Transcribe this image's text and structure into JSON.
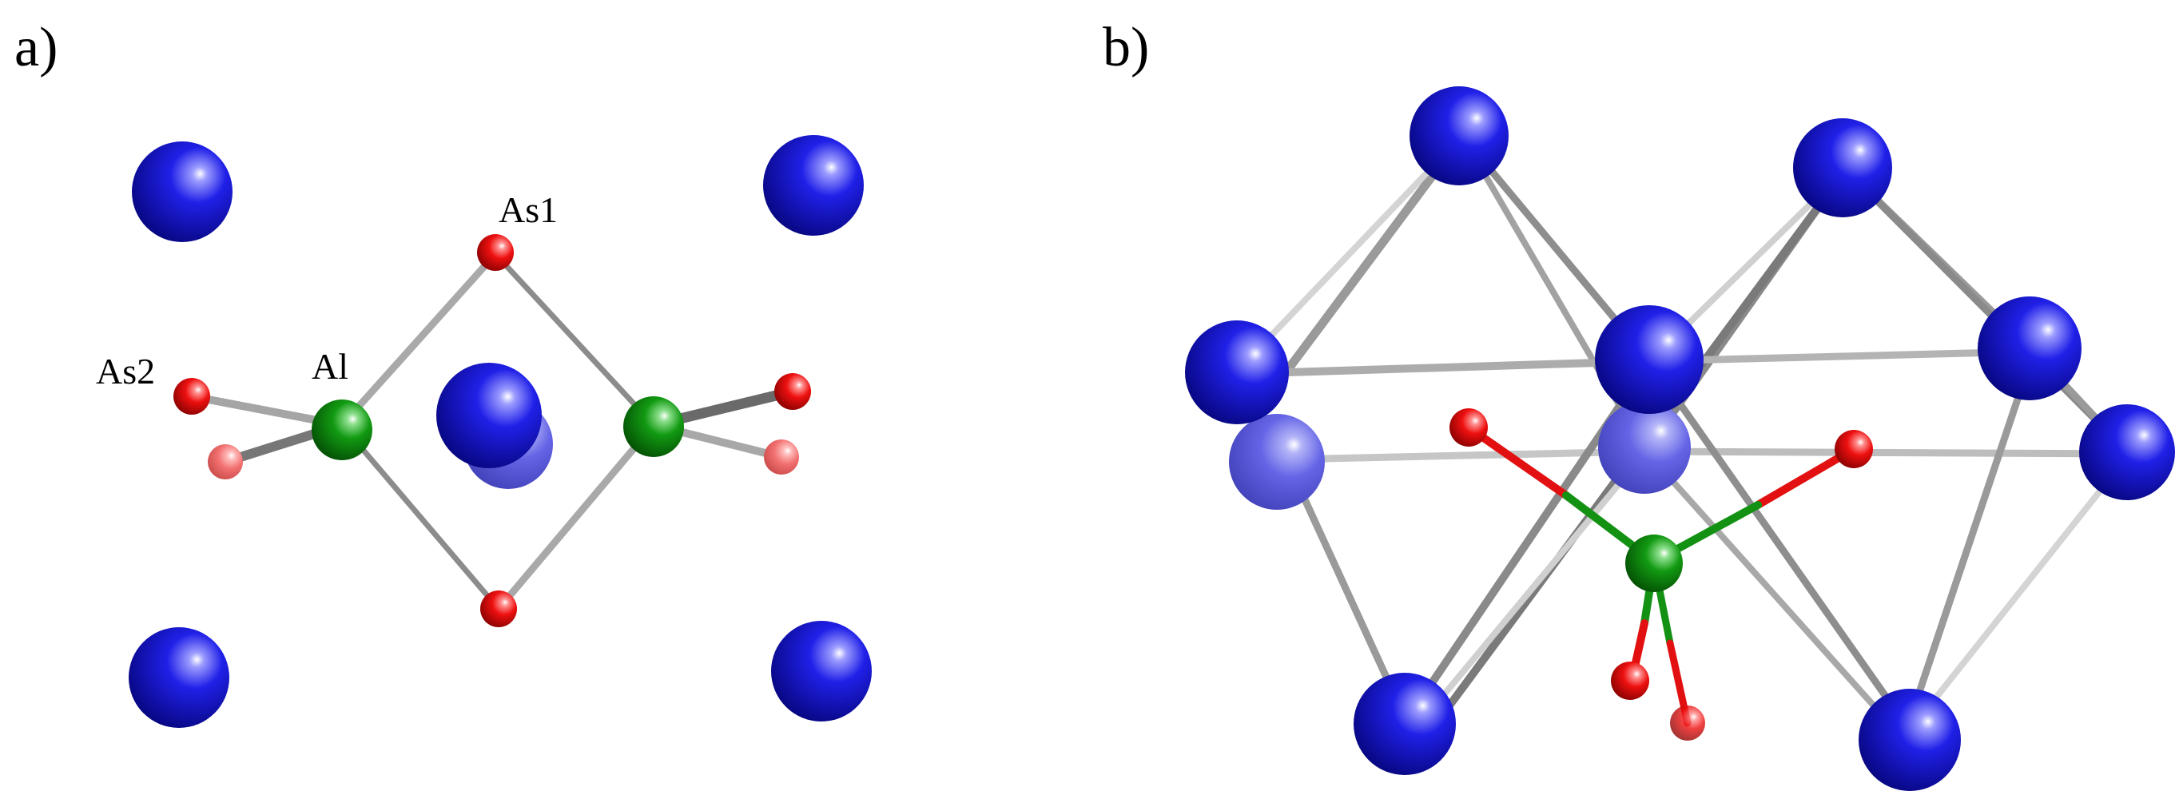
{
  "panels": {
    "a": {
      "label": "a)"
    },
    "b": {
      "label": "b)"
    }
  },
  "atom_labels": {
    "as1": "As1",
    "as2": "As2",
    "al": "Al"
  },
  "colors": {
    "background": "#ffffff",
    "large_atom": "#1a1ae6",
    "al_atom": "#1a9a1a",
    "as_atom": "#e61a1a",
    "bond_gray": "#a8a8a8",
    "bond_red": "#e01010",
    "bond_green": "#139113"
  }
}
